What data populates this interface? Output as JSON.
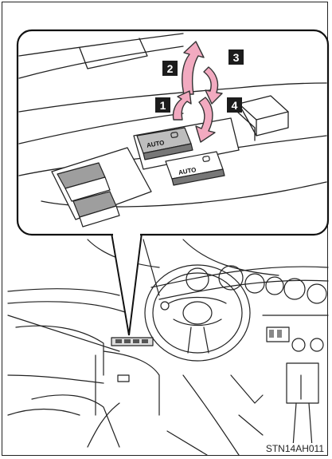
{
  "callouts": [
    {
      "id": "1",
      "label": "1"
    },
    {
      "id": "2",
      "label": "2"
    },
    {
      "id": "3",
      "label": "3"
    },
    {
      "id": "4",
      "label": "4"
    }
  ],
  "switch_labels": {
    "front": "AUTO",
    "back": "AUTO"
  },
  "image_code": "STN14AH011",
  "colors": {
    "arrow_fill": "#f2aac0",
    "arrow_stroke": "#333333",
    "switch_highlight": "#bdbdbd",
    "badge": "#1c1c1c"
  }
}
